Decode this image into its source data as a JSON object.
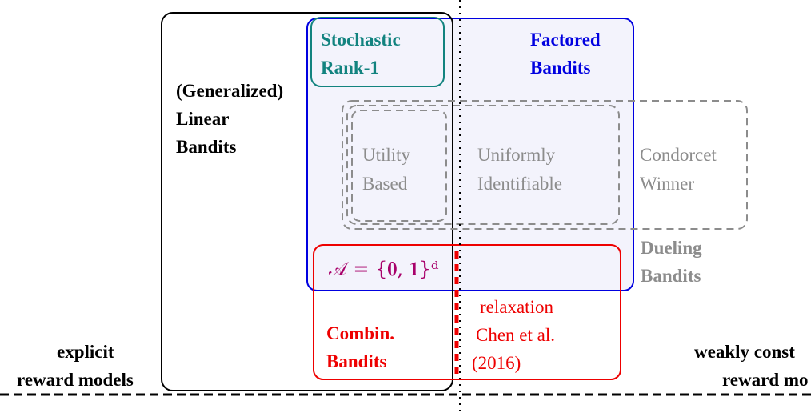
{
  "labels": {
    "stochastic_line1": "Stochastic",
    "stochastic_line2": "Rank-1",
    "factored_line1": "Factored",
    "factored_line2": "Bandits",
    "generalized_line1": "(Generalized)",
    "generalized_line2": "Linear",
    "generalized_line3": "Bandits",
    "utility_line1": "Utility",
    "utility_line2": "Based",
    "uniform_line1": "Uniformly",
    "uniform_line2": "Identifiable",
    "condorcet_line1": "Condorcet",
    "condorcet_line2": "Winner",
    "dueling_line1": "Dueling",
    "dueling_line2": "Bandits",
    "formula": "𝒜 = {𝟎, 𝟏}ᵈ",
    "relax_line1": "relaxation",
    "relax_line2": "Chen et al.",
    "relax_line3": "(2016)",
    "combin_line1": "Combin.",
    "combin_line2": "Bandits",
    "explicit_line1": "explicit",
    "explicit_line2": "reward models",
    "weak_line1": "weakly const",
    "weak_line2": "reward mo"
  },
  "colors": {
    "black": "#000000",
    "teal": "#12837f",
    "blue": "#0000e0",
    "gray": "#8c8c8c",
    "red": "#ee0000",
    "magenta": "#a8006a",
    "factored_fill": "#f3f3fc"
  }
}
